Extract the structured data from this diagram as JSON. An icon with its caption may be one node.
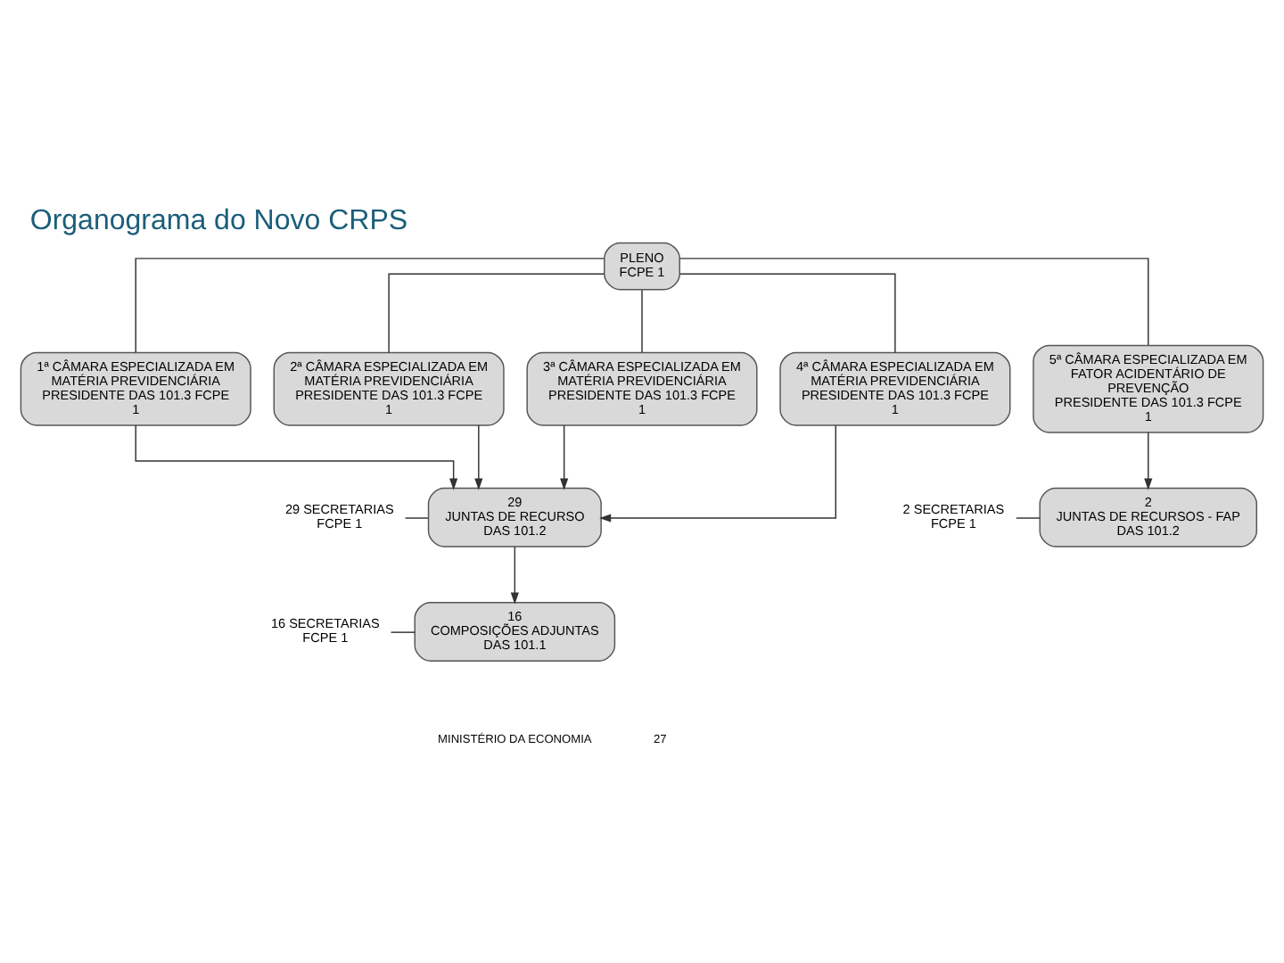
{
  "diagram": {
    "title": "Organograma do Novo CRPS",
    "nodes": [
      {
        "text": [
          "PLENO",
          "FCPE 1"
        ]
      },
      {
        "text": [
          "1ª CÂMARA ESPECIALIZADA EM MATÉRIA PREVIDENCIÁRIA",
          "PRESIDENTE DAS 101.3 FCPE 1"
        ]
      },
      {
        "text": [
          "2ª CÂMARA ESPECIALIZADA EM MATÉRIA PREVIDENCIÁRIA",
          "PRESIDENTE DAS 101.3 FCPE 1"
        ]
      },
      {
        "text": [
          "3ª CÂMARA ESPECIALIZADA EM MATÉRIA PREVIDENCIÁRIA",
          "PRESIDENTE DAS 101.3 FCPE 1"
        ]
      },
      {
        "text": [
          "4ª CÂMARA ESPECIALIZADA EM MATÉRIA PREVIDENCIÁRIA",
          "PRESIDENTE DAS 101.3 FCPE 1"
        ]
      },
      {
        "text": [
          "5ª CÂMARA ESPECIALIZADA EM FATOR ACIDENTÁRIO DE PREVENÇÃO",
          "PRESIDENTE DAS 101.3 FCPE 1"
        ]
      },
      {
        "text": [
          "29 SECRETARIAS",
          "FCPE 1"
        ]
      },
      {
        "text": [
          "29",
          "JUNTAS DE RECURSO",
          "DAS 101.2"
        ]
      },
      {
        "text": [
          "2 SECRETARIAS",
          "FCPE 1"
        ]
      },
      {
        "text": [
          "2",
          "JUNTAS DE RECURSOS - FAP",
          "DAS 101.2"
        ]
      },
      {
        "text": [
          "16 SECRETARIAS",
          "FCPE 1"
        ]
      },
      {
        "text": [
          "16",
          "COMPOSIÇÕES ADJUNTAS",
          "DAS 101.1"
        ]
      }
    ],
    "edges": [
      {
        "from": 0,
        "to": 1,
        "arrow": "none"
      },
      {
        "from": 0,
        "to": 2,
        "arrow": "none"
      },
      {
        "from": 0,
        "to": 3,
        "arrow": "none"
      },
      {
        "from": 0,
        "to": 4,
        "arrow": "none"
      },
      {
        "from": 0,
        "to": 5,
        "arrow": "none"
      },
      {
        "from": 1,
        "to": 7,
        "arrow": "to"
      },
      {
        "from": 2,
        "to": 7,
        "arrow": "to"
      },
      {
        "from": 3,
        "to": 7,
        "arrow": "to"
      },
      {
        "from": 4,
        "to": 7,
        "arrow": "to"
      },
      {
        "from": 5,
        "to": 9,
        "arrow": "to"
      },
      {
        "from": 6,
        "to": 7,
        "arrow": "none"
      },
      {
        "from": 8,
        "to": 9,
        "arrow": "none"
      },
      {
        "from": 7,
        "to": 11,
        "arrow": "to"
      },
      {
        "from": 10,
        "to": 11,
        "arrow": "none"
      }
    ],
    "labels": [
      "MINISTÉRIO DA ECONOMIA",
      "27"
    ]
  }
}
